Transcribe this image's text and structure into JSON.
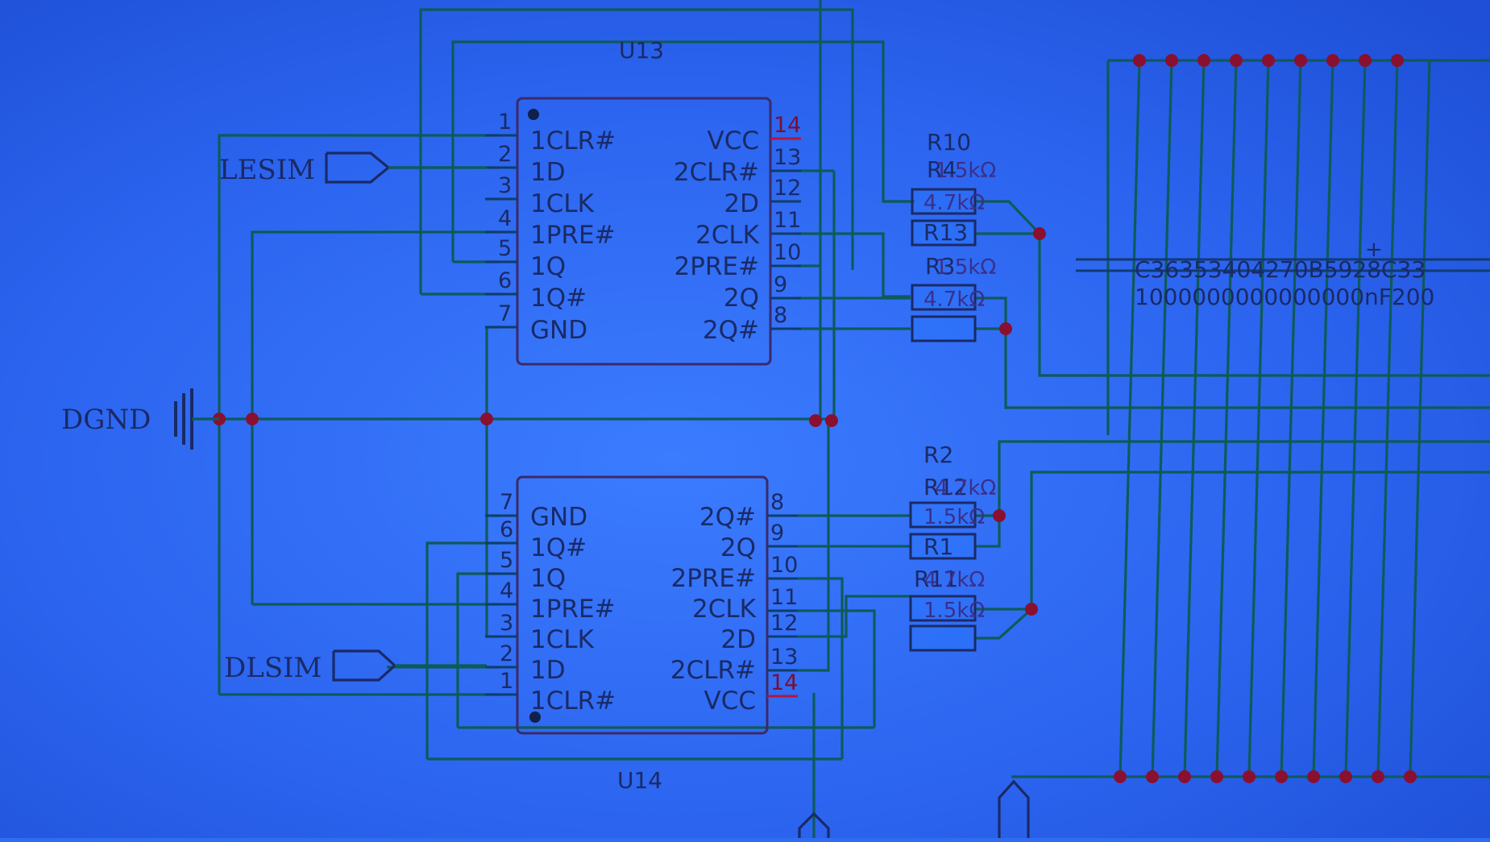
{
  "chips": [
    {
      "ref": "U13",
      "left_pins": [
        {
          "num": "1",
          "name": "1CLR#"
        },
        {
          "num": "2",
          "name": "1D"
        },
        {
          "num": "3",
          "name": "1CLK"
        },
        {
          "num": "4",
          "name": "1PRE#"
        },
        {
          "num": "5",
          "name": "1Q"
        },
        {
          "num": "6",
          "name": "1Q#"
        },
        {
          "num": "7",
          "name": "GND"
        }
      ],
      "right_pins": [
        {
          "num": "14",
          "name": "VCC"
        },
        {
          "num": "13",
          "name": "2CLR#"
        },
        {
          "num": "12",
          "name": "2D"
        },
        {
          "num": "11",
          "name": "2CLK"
        },
        {
          "num": "10",
          "name": "2PRE#"
        },
        {
          "num": "9",
          "name": "2Q"
        },
        {
          "num": "8",
          "name": "2Q#"
        }
      ]
    },
    {
      "ref": "U14",
      "left_pins": [
        {
          "num": "7",
          "name": "GND"
        },
        {
          "num": "6",
          "name": "1Q#"
        },
        {
          "num": "5",
          "name": "1Q"
        },
        {
          "num": "4",
          "name": "1PRE#"
        },
        {
          "num": "3",
          "name": "1CLK"
        },
        {
          "num": "2",
          "name": "1D"
        },
        {
          "num": "1",
          "name": "1CLR#"
        }
      ],
      "right_pins": [
        {
          "num": "8",
          "name": "2Q#"
        },
        {
          "num": "9",
          "name": "2Q"
        },
        {
          "num": "10",
          "name": "2PRE#"
        },
        {
          "num": "11",
          "name": "2CLK"
        },
        {
          "num": "12",
          "name": "2D"
        },
        {
          "num": "13",
          "name": "2CLR#"
        },
        {
          "num": "14",
          "name": "VCC"
        }
      ]
    }
  ],
  "ports": {
    "lesim": "LESIM",
    "dlsim": "DLSIM",
    "dgnd": "DGND"
  },
  "resistors": {
    "r10_ref": "R10",
    "r4_ref": "R4",
    "r4_value": "1.5kΩ",
    "r10_value": "4.7kΩ",
    "r13_ref": "R13",
    "r3_ref": "R3",
    "r3_value": "1.5kΩ",
    "r5_value": "4.7kΩ",
    "r2_ref": "R2",
    "r12_ref": "R12",
    "r12_value": "4.7kΩ",
    "r2_value": "1.5kΩ",
    "r1_ref": "R1",
    "r11_ref": "R11",
    "r11_value": "4.7kΩ",
    "r7_value": "1.5kΩ"
  },
  "capacitor_bank": {
    "labels": "C36353404270B5928C33",
    "values": "1000000000000000nF200"
  }
}
